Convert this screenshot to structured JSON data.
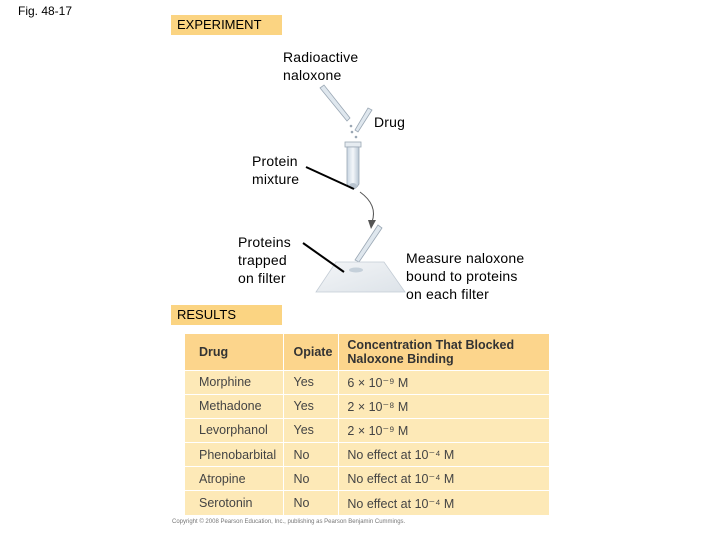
{
  "figure": {
    "label": "Fig. 48-17"
  },
  "banners": {
    "experiment": "EXPERIMENT",
    "results": "RESULTS"
  },
  "labels": {
    "radioactive": "Radioactive\nnaloxone",
    "drug": "Drug",
    "protein_mixture": "Protein\nmixture",
    "proteins_trapped": "Proteins\ntrapped\non filter",
    "measure": "Measure naloxone\nbound to proteins\non each filter"
  },
  "table": {
    "headers": [
      "Drug",
      "Opiate",
      "Concentration That Blocked Naloxone Binding"
    ],
    "rows": [
      [
        "Morphine",
        "Yes",
        "6 × 10⁻⁹ M"
      ],
      [
        "Methadone",
        "Yes",
        "2 × 10⁻⁸ M"
      ],
      [
        "Levorphanol",
        "Yes",
        "2 × 10⁻⁹ M"
      ],
      [
        "Phenobarbital",
        "No",
        "No effect at 10⁻⁴ M"
      ],
      [
        "Atropine",
        "No",
        "No effect at 10⁻⁴ M"
      ],
      [
        "Serotonin",
        "No",
        "No effect at 10⁻⁴ M"
      ]
    ]
  },
  "copyright": "Copyright © 2008 Pearson Education, Inc., publishing as Pearson Benjamin Cummings.",
  "colors": {
    "banner": "#fbd482",
    "header": "#fcd58c",
    "cell": "#fde9b7"
  }
}
